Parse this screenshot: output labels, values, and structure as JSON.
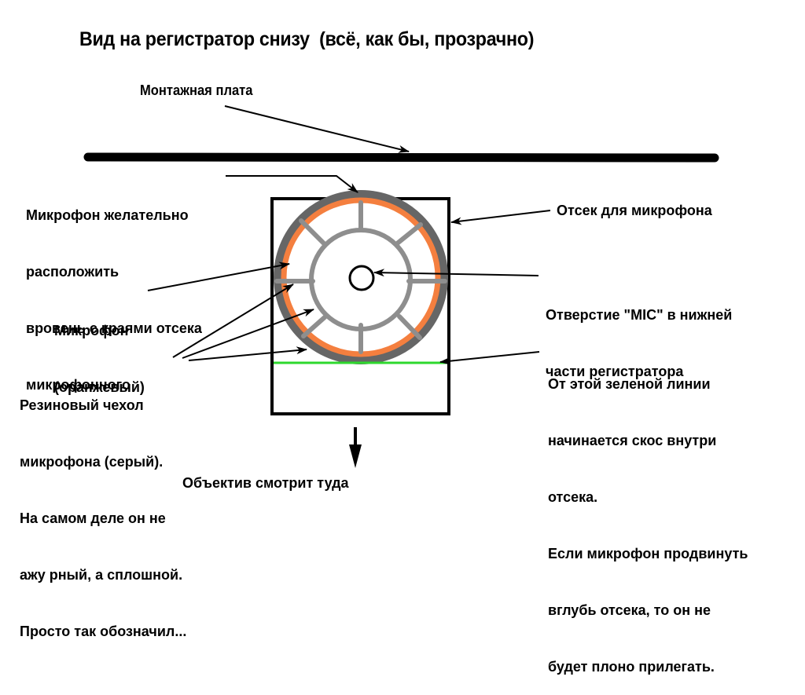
{
  "title": "Вид на регистратор снизу  (всё, как бы, прозрачно)",
  "labels": {
    "mounting_board": "Монтажная плата",
    "mic_flush": [
      "Микрофон желательно",
      "расположить",
      "вровень с краями отсека",
      "микрофонного"
    ],
    "microphone": [
      "Микрофон",
      "(оранжевый)"
    ],
    "rubber_cover": [
      "Резиновый чехол",
      "микрофона (серый).",
      "На самом деле он не",
      "ажу рный, а сплошной.",
      "Просто так обозначил..."
    ],
    "compartment": "Отсек для микрофона",
    "mic_hole": [
      "Отверстие \"MIC\" в нижней",
      "части регистратора"
    ],
    "green_line_note": [
      "От этой зеленой линии",
      "начинается скос внутри",
      "отсека.",
      "Если микрофон продвинуть",
      "вглубь отсека, то он не",
      "будет плоно прилегать."
    ],
    "lens_direction": "Объектив смотрит туда"
  },
  "colors": {
    "board": "#000000",
    "cover_outer": "#666666",
    "microphone": "#f47f3f",
    "cover_inner": "#8e8e8e",
    "green_line": "#2ed82e",
    "outline": "#000000"
  }
}
